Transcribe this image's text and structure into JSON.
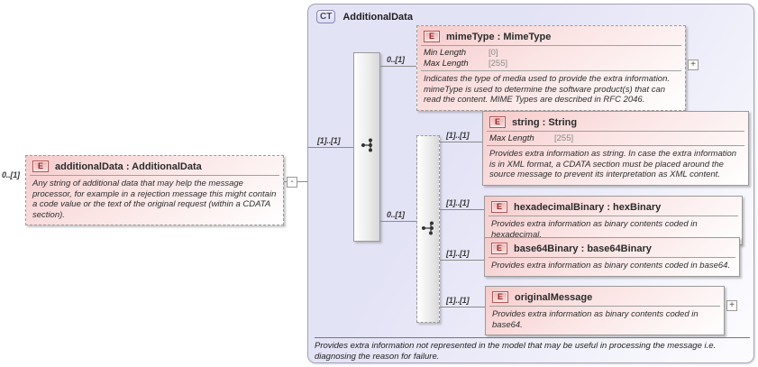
{
  "colors": {
    "element_pink": "#f8d7d7",
    "container_lavender": "#e4e4f7",
    "badge_red": "#8f2626",
    "badge_blue_border": "#8585bb",
    "border_gray": "#999999"
  },
  "badges": {
    "element": "E",
    "complex_type": "CT"
  },
  "left_element": {
    "cardinality": "0..[1]",
    "title": "additionalData : AdditionalData",
    "annotation": "Any string of additional data that may help the message processor, for example in a rejection message this might contain a code value or the text of the original request (within a CDATA section).",
    "collapse_label": "-"
  },
  "complex_type": {
    "title": "AdditionalData",
    "footer_annotation": "Provides extra information not represented in the model that may be useful in processing the message i.e. diagnosing the reason for failure.",
    "sequence": {
      "cardinality": "[1]..[1]"
    },
    "choice": {
      "cardinality": "0..[1]"
    },
    "mime": {
      "cardinality": "0..[1]",
      "title": "mimeType : MimeType",
      "facets": [
        {
          "label": "Min Length",
          "value": "[0]"
        },
        {
          "label": "Max Length",
          "value": "[255]"
        }
      ],
      "annotation": "Indicates the type of media used to provide the extra information. mimeType is used to determine the software product(s) that can read the content. MIME Types are described in RFC 2046.",
      "expand_label": "+"
    },
    "string": {
      "cardinality": "[1]..[1]",
      "title": "string : String",
      "facets": [
        {
          "label": "Max Length",
          "value": "[255]"
        }
      ],
      "annotation": "Provides extra information as string. In case the extra information is in XML format, a CDATA section must be placed around the source message to prevent its interpretation as XML content."
    },
    "hex": {
      "cardinality": "[1]..[1]",
      "title": "hexadecimalBinary : hexBinary",
      "annotation": "Provides extra information as binary contents coded in hexadecimal."
    },
    "base64": {
      "cardinality": "[1]..[1]",
      "title": "base64Binary : base64Binary",
      "annotation": "Provides extra information as binary contents coded in base64."
    },
    "original": {
      "cardinality": "[1]..[1]",
      "title": "originalMessage",
      "annotation": "Provides extra information as binary contents coded in base64.",
      "expand_label": "+"
    }
  }
}
